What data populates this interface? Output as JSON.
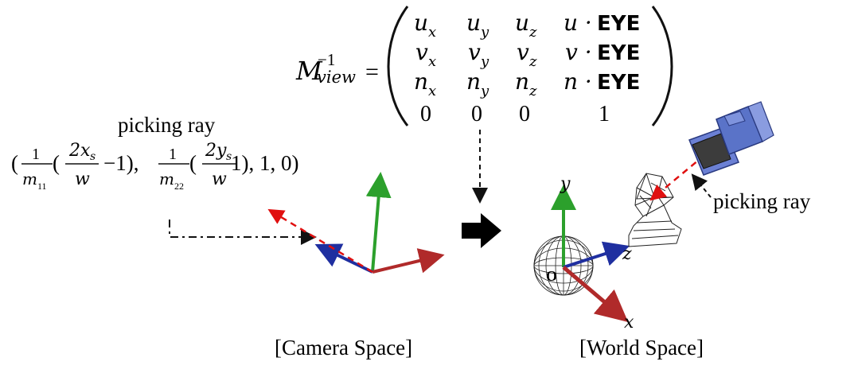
{
  "equation": {
    "lhs_base": "M",
    "lhs_sup": "−1",
    "lhs_sub": "view",
    "equals": "=",
    "rows": [
      [
        "u",
        "x",
        "u",
        "y",
        "u",
        "z",
        "u · ",
        "EYE"
      ],
      [
        "v",
        "x",
        "v",
        "y",
        "v",
        "z",
        "v · ",
        "EYE"
      ],
      [
        "n",
        "x",
        "n",
        "y",
        "n",
        "z",
        "n · ",
        "EYE"
      ]
    ],
    "last_row": [
      "0",
      "0",
      "0",
      "1"
    ]
  },
  "camera_space": {
    "label": "[Camera Space]",
    "ray_title": "picking ray",
    "ray_formula": {
      "open": "(",
      "frac1_num": "1",
      "frac1_den": "m",
      "frac1_den_sub": "11",
      "frac2_num": "2x",
      "frac2_num_sub": "s",
      "frac2_den": "w",
      "minus_one": "−1),",
      "frac3_num": "1",
      "frac3_den": "m",
      "frac3_den_sub": "22",
      "frac4_num": "2y",
      "frac4_num_sub": "s",
      "frac4_den": "w",
      "tail": "1), 1, 0)"
    }
  },
  "world_space": {
    "label": "[World Space]",
    "ray_label": "picking ray",
    "axis_x": "x",
    "axis_y": "y",
    "axis_z": "z",
    "origin": "O"
  },
  "colors": {
    "axis_y": "#2ca02c",
    "axis_x": "#b02a2a",
    "axis_z": "#1f2fa0",
    "ray": "#e01010",
    "camera_body": "#5a73c8"
  }
}
